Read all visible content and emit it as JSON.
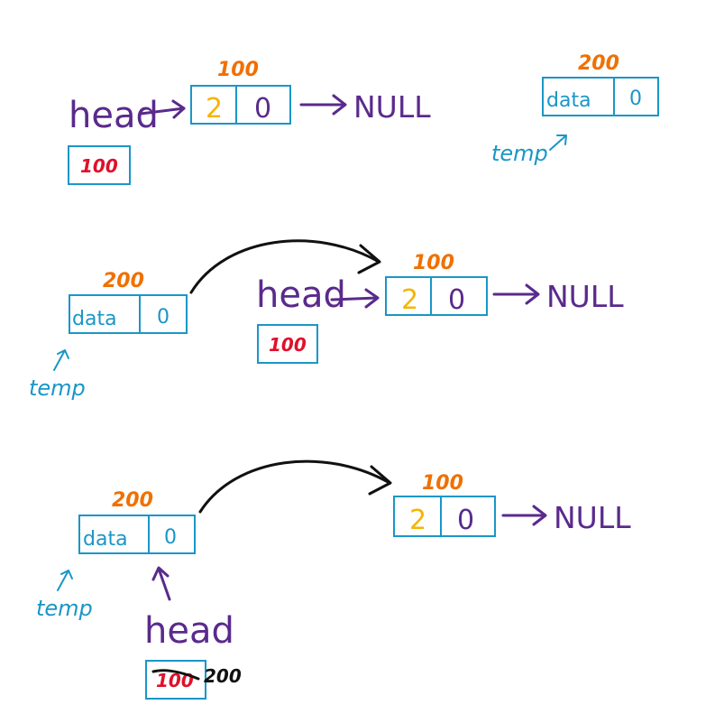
{
  "labels": {
    "head": "head",
    "null": "NULL",
    "temp": "temp",
    "data": "data"
  },
  "addresses": {
    "node_100": "100",
    "node_200": "200"
  },
  "values": {
    "node_100_data": "2",
    "node_100_next": "0",
    "node_200_next": "0",
    "head_ptr": "100",
    "head_ptr_new": "200"
  }
}
